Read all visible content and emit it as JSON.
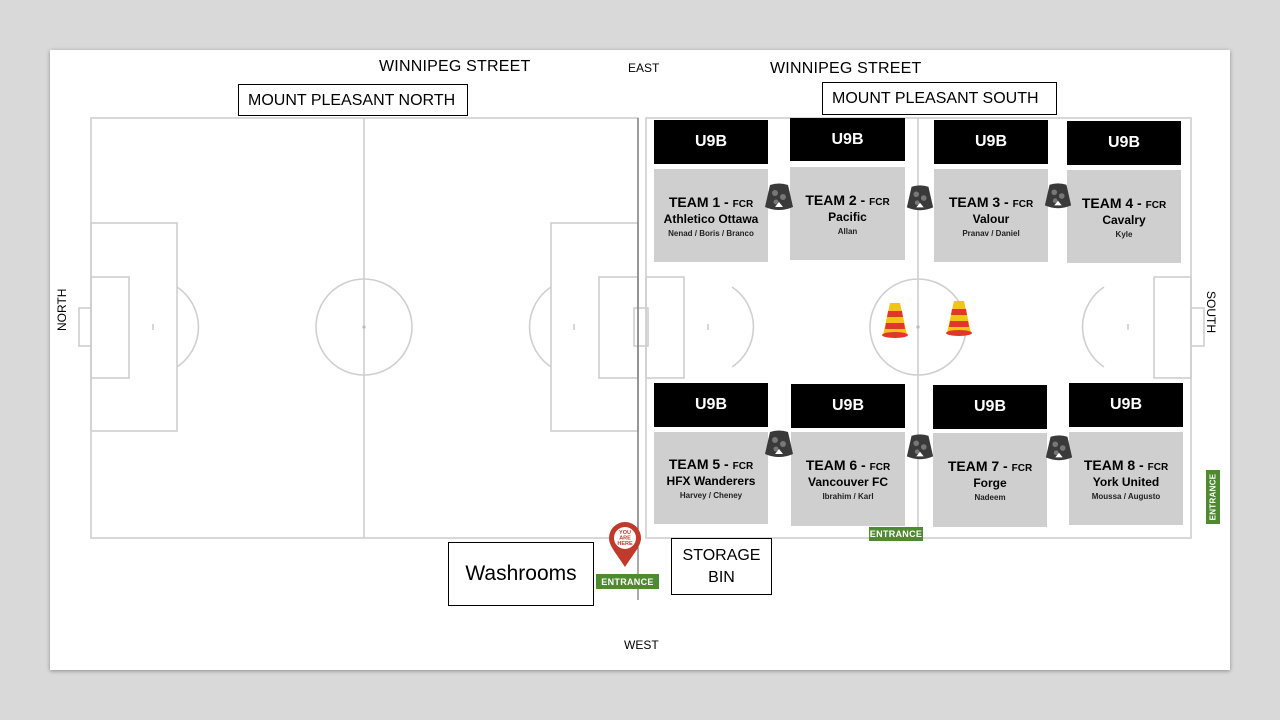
{
  "streets": {
    "north_field_street": "WINNIPEG STREET",
    "south_field_street": "WINNIPEG STREET"
  },
  "compass": {
    "east": "EAST",
    "west": "WEST",
    "north": "NORTH",
    "south": "SOUTH"
  },
  "fields": {
    "north": "MOUNT PLEASANT NORTH",
    "south": "MOUNT PLEASANT SOUTH"
  },
  "teams": [
    {
      "badge": "U9B",
      "title": "TEAM 1 - ",
      "suffix": "FCR",
      "club": "Athletico Ottawa",
      "coaches": "Nenad / Boris / Branco"
    },
    {
      "badge": "U9B",
      "title": "TEAM 2 - ",
      "suffix": "FCR",
      "club": "Pacific",
      "coaches": "Allan"
    },
    {
      "badge": "U9B",
      "title": "TEAM 3 - ",
      "suffix": "FCR",
      "club": "Valour",
      "coaches": "Pranav / Daniel"
    },
    {
      "badge": "U9B",
      "title": "TEAM 4 - ",
      "suffix": "FCR",
      "club": "Cavalry",
      "coaches": "Kyle"
    },
    {
      "badge": "U9B",
      "title": "TEAM 5 - ",
      "suffix": "FCR",
      "club": "HFX Wanderers",
      "coaches": "Harvey / Cheney"
    },
    {
      "badge": "U9B",
      "title": "TEAM 6 - ",
      "suffix": "FCR",
      "club": "Vancouver FC",
      "coaches": "Ibrahim / Karl"
    },
    {
      "badge": "U9B",
      "title": "TEAM 7 - ",
      "suffix": "FCR",
      "club": "Forge",
      "coaches": "Nadeem"
    },
    {
      "badge": "U9B",
      "title": "TEAM 8 - ",
      "suffix": "FCR",
      "club": "York United",
      "coaches": "Moussa / Augusto"
    }
  ],
  "entrances": {
    "main": "ENTRANCE",
    "south_field": "ENTRANCE",
    "side": "ENTRANCE"
  },
  "facilities": {
    "washrooms": "Washrooms",
    "storage": "STORAGE BIN"
  },
  "marker": {
    "line1": "YOU",
    "line2": "ARE",
    "line3": "HERE"
  },
  "colors": {
    "entrance_green": "#4e8a2f",
    "marker_red": "#c0392b",
    "team_box_gray": "#cfcfcf",
    "badge_black": "#000000"
  },
  "icons": {
    "ball_bag": "ball-bag-icon",
    "cones": "cone-stack-icon",
    "location": "location-pin-icon"
  }
}
